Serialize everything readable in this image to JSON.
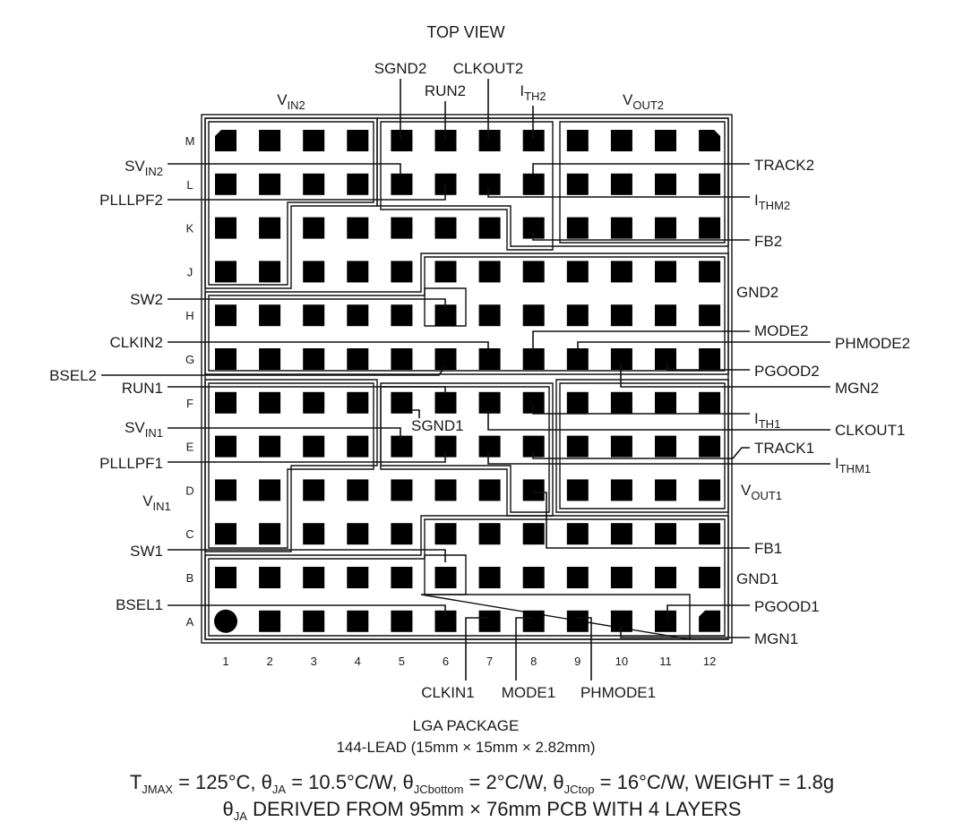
{
  "title": "TOP VIEW",
  "row_labels": [
    "M",
    "L",
    "K",
    "J",
    "H",
    "G",
    "F",
    "E",
    "D",
    "C",
    "B",
    "A"
  ],
  "column_labels": [
    "1",
    "2",
    "3",
    "4",
    "5",
    "6",
    "7",
    "8",
    "9",
    "10",
    "11",
    "12"
  ],
  "regions": {
    "vin2": {
      "main": "V",
      "sub": "IN2"
    },
    "vout2": {
      "main": "V",
      "sub": "OUT2"
    },
    "vin1": {
      "main": "V",
      "sub": "IN1"
    },
    "vout1": {
      "main": "V",
      "sub": "OUT1"
    },
    "gnd2": "GND2",
    "gnd1": "GND1"
  },
  "pins": {
    "sgnd2": "SGND2",
    "clkout2": "CLKOUT2",
    "run2": "RUN2",
    "ith2": {
      "main": "I",
      "sub": "TH2"
    },
    "svin2": {
      "main": "SV",
      "sub": "IN2"
    },
    "plllpf2": "PLLLPF2",
    "sw2": "SW2",
    "clkin2": "CLKIN2",
    "bsel2": "BSEL2",
    "run1": "RUN1",
    "svin1": {
      "main": "SV",
      "sub": "IN1"
    },
    "plllpf1": "PLLLPF1",
    "sw1": "SW1",
    "bsel1": "BSEL1",
    "sgnd1": "SGND1",
    "track2": "TRACK2",
    "ithm2": {
      "main": "I",
      "sub": "THM2"
    },
    "fb2": "FB2",
    "mode2": "MODE2",
    "phmode2": "PHMODE2",
    "pgood2": "PGOOD2",
    "mgn2": "MGN2",
    "ith1": {
      "main": "I",
      "sub": "TH1"
    },
    "clkout1": "CLKOUT1",
    "track1": "TRACK1",
    "ithm1": {
      "main": "I",
      "sub": "THM1"
    },
    "fb1": "FB1",
    "pgood1": "PGOOD1",
    "mgn1": "MGN1",
    "clkin1": "CLKIN1",
    "mode1": "MODE1",
    "phmode1": "PHMODE1"
  },
  "package": {
    "name": "LGA PACKAGE",
    "detail": "144-LEAD (15mm × 15mm × 2.82mm)"
  },
  "specs": {
    "tjmax": {
      "main": "T",
      "sub": "JMAX",
      "tail": " = 125°C, "
    },
    "thja": {
      "main": "θ",
      "sub": "JA",
      "tail": " = 10.5°C/W, "
    },
    "thjcb": {
      "main": "θ",
      "sub": "JCbottom",
      "tail": " = 2°C/W, "
    },
    "thjct": {
      "main": "θ",
      "sub": "JCtop",
      "tail": " = 16°C/W, WEIGHT = 1.8g"
    },
    "line2": {
      "main": "θ",
      "sub": "JA",
      "tail": " DERIVED FROM 95mm × 76mm PCB WITH 4 LAYERS"
    }
  }
}
